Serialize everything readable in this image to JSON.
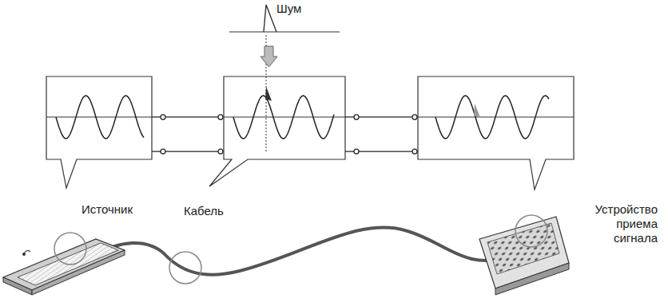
{
  "diagram": {
    "nodes": [
      {
        "text": [
          "Источник"
        ]
      },
      {
        "text": [
          "Кабель"
        ]
      },
      {
        "text": [
          "Устройство приема сигнала"
        ]
      }
    ],
    "edges": [
      {
        "from": 0,
        "to": 1,
        "arrow": "none"
      },
      {
        "from": 0,
        "to": 1,
        "arrow": "none"
      },
      {
        "from": 1,
        "to": 2,
        "arrow": "none"
      },
      {
        "from": 1,
        "to": 2,
        "arrow": "none"
      }
    ],
    "labels": [
      "Шум"
    ]
  }
}
